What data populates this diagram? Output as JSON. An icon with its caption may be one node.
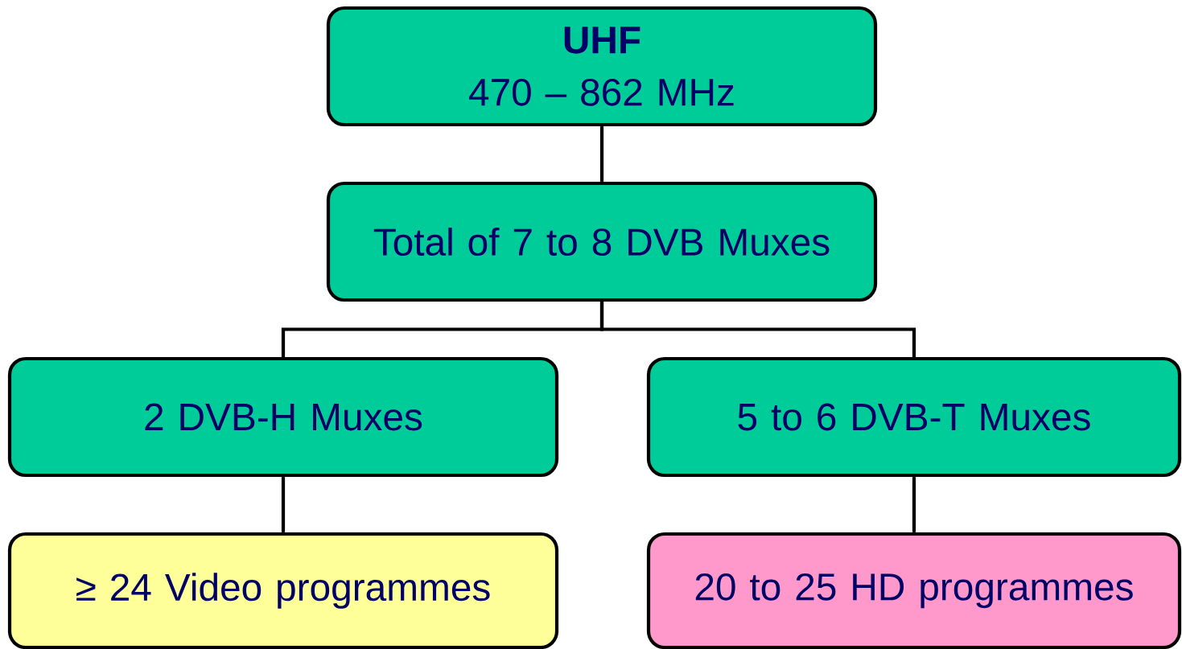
{
  "diagram": {
    "nodes": [
      {
        "text": [
          "UHF",
          "470 – 862 MHz"
        ]
      },
      {
        "text": [
          "Total of 7 to 8 DVB Muxes"
        ]
      },
      {
        "text": [
          "2 DVB-H Muxes"
        ]
      },
      {
        "text": [
          "5 to 6 DVB-T Muxes"
        ]
      },
      {
        "text": [
          "≥ 24 Video programmes"
        ]
      },
      {
        "text": [
          "20 to 25 HD programmes"
        ]
      }
    ],
    "edges": [
      {
        "from": 0,
        "to": 1,
        "arrow": "none"
      },
      {
        "from": 1,
        "to": 2,
        "arrow": "none"
      },
      {
        "from": 1,
        "to": 3,
        "arrow": "none"
      },
      {
        "from": 2,
        "to": 4,
        "arrow": "none"
      },
      {
        "from": 3,
        "to": 5,
        "arrow": "none"
      }
    ]
  }
}
